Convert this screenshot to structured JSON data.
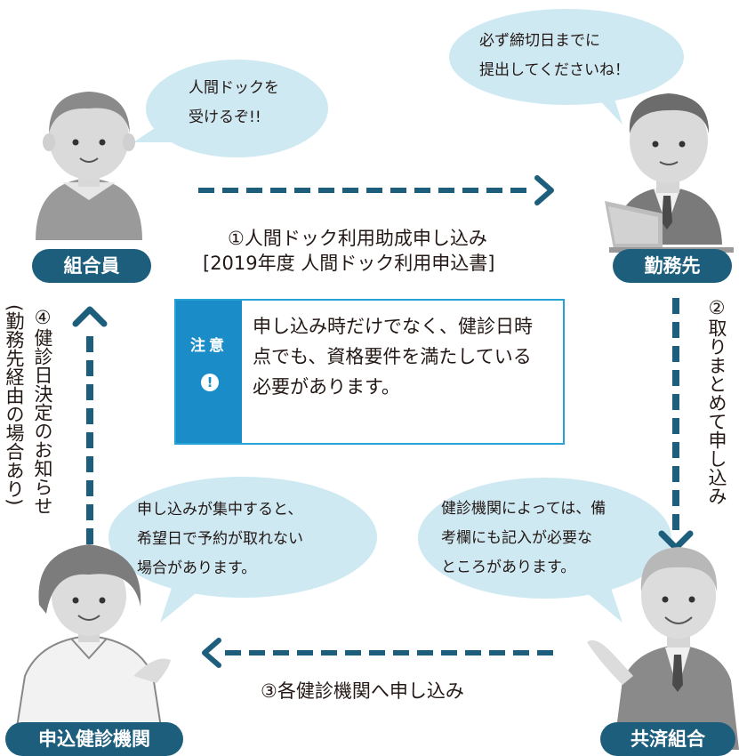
{
  "colors": {
    "accent": "#1d5e7c",
    "bubble": "#cfe9f3",
    "note_border": "#27a2d4",
    "note_tag": "#1a8cc7"
  },
  "people": {
    "member": {
      "label": "組合員",
      "speech": "人間ドックを\n受けるぞ!!"
    },
    "employer": {
      "label": "勤務先",
      "speech": "必ず締切日までに\n提出してくださいね！"
    },
    "clinic": {
      "label": "申込健診機関",
      "speech": "申し込みが集中すると、\n希望日で予約が取れない\n場合があります。"
    },
    "mutual_aid": {
      "label": "共済組合",
      "speech": "健診機関によっては、備\n考欄にも記入が必要な\nところがあります。"
    }
  },
  "steps": {
    "step1": "①人間ドック利用助成申し込み",
    "step1_sub": "[2019年度 人間ドック利用申込書]",
    "step2": "②取りまとめて申し込み",
    "step3": "③各健診機関へ申し込み",
    "step4": "④健診日決定のお知らせ",
    "step4_sub": "(勤務先経由の場合あり)"
  },
  "note": {
    "tag": "注意",
    "icon": "exclamation-icon",
    "text": "申し込み時だけでなく、健診日時\n点でも、資格要件を満たしている\n必要があります。"
  }
}
